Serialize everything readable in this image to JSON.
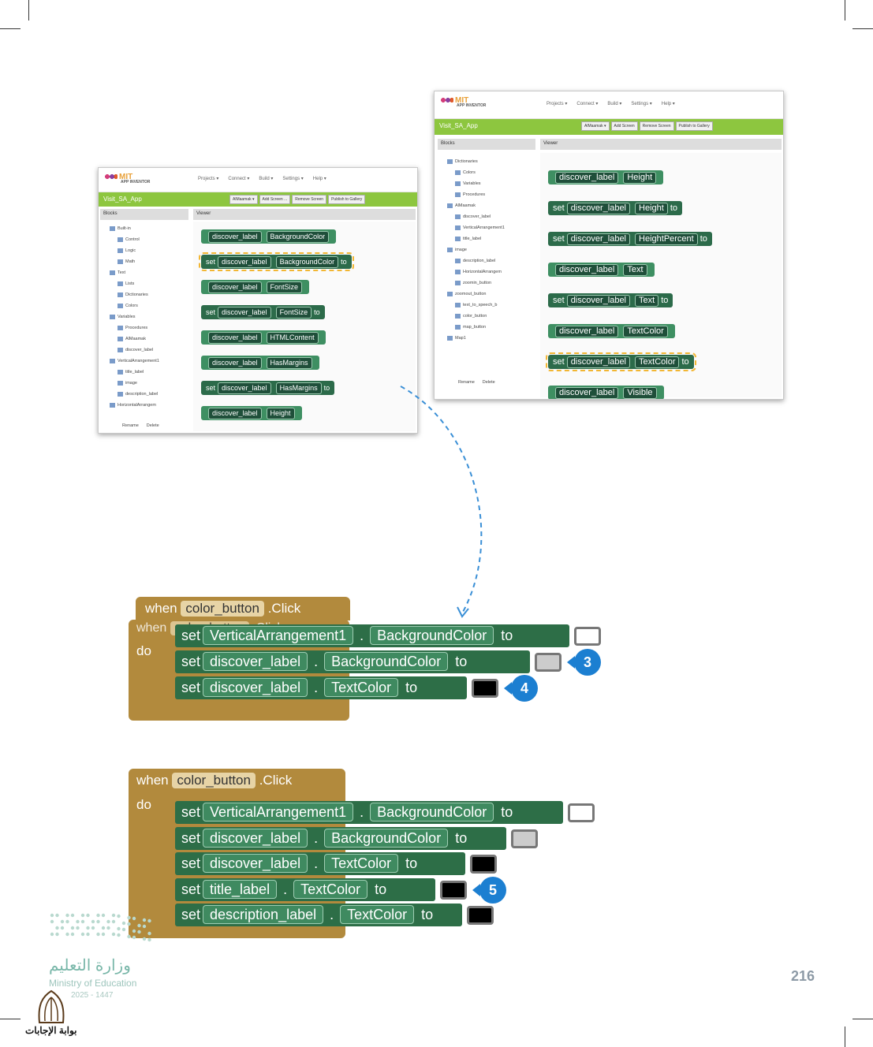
{
  "page_number": "216",
  "left_screenshot": {
    "logo": "MIT",
    "logo_sub": "APP INVENTOR",
    "menu": [
      "Projects ▾",
      "Connect ▾",
      "Build ▾",
      "Settings ▾",
      "Help ▾"
    ],
    "project": "Visit_SA_App",
    "bar_buttons": [
      "AlMaamak ▾",
      "Add Screen ...",
      "Remove Screen",
      "Publish to Gallery"
    ],
    "blocks_head": "Blocks",
    "viewer_head": "Viewer",
    "tree": [
      "Built-in",
      "Control",
      "Logic",
      "Math",
      "Text",
      "Lists",
      "Dictionaries",
      "Colors",
      "Variables",
      "Procedures",
      "AlMaamak",
      "discover_label",
      "VerticalArrangement1",
      "title_label",
      "image",
      "description_label",
      "HorizontalArrangem"
    ],
    "footer": [
      "Rename",
      "Delete"
    ],
    "blocks": [
      {
        "kind": "get",
        "comp": "discover_label",
        "prop": "BackgroundColor"
      },
      {
        "kind": "set",
        "comp": "discover_label",
        "prop": "BackgroundColor",
        "to": "to"
      },
      {
        "kind": "get",
        "comp": "discover_label",
        "prop": "FontSize"
      },
      {
        "kind": "set",
        "comp": "discover_label",
        "prop": "FontSize",
        "to": "to"
      },
      {
        "kind": "get",
        "comp": "discover_label",
        "prop": "HTMLContent"
      },
      {
        "kind": "get",
        "comp": "discover_label",
        "prop": "HasMargins"
      },
      {
        "kind": "set",
        "comp": "discover_label",
        "prop": "HasMargins",
        "to": "to"
      },
      {
        "kind": "get",
        "comp": "discover_label",
        "prop": "Height"
      }
    ]
  },
  "right_screenshot": {
    "logo": "MIT",
    "logo_sub": "APP INVENTOR",
    "menu": [
      "Projects ▾",
      "Connect ▾",
      "Build ▾",
      "Settings ▾",
      "Help ▾"
    ],
    "project": "Visit_SA_App",
    "bar_buttons": [
      "AlMaamak ▾",
      "Add Screen",
      "Remove Screen",
      "Publish to Gallery"
    ],
    "blocks_head": "Blocks",
    "viewer_head": "Viewer",
    "tree": [
      "Dictionaries",
      "Colors",
      "Variables",
      "Procedures",
      "AlMaamak",
      "discover_label",
      "VerticalArrangement1",
      "title_label",
      "image",
      "description_label",
      "HorizontalArrangem",
      "zoomin_button",
      "zoomout_button",
      "text_to_speech_b",
      "color_button",
      "map_button",
      "Map1"
    ],
    "footer": [
      "Rename",
      "Delete"
    ],
    "blocks": [
      {
        "kind": "get",
        "comp": "discover_label",
        "prop": "Height"
      },
      {
        "kind": "set",
        "comp": "discover_label",
        "prop": "Height",
        "to": "to"
      },
      {
        "kind": "set",
        "comp": "discover_label",
        "prop": "HeightPercent",
        "to": "to"
      },
      {
        "kind": "get",
        "comp": "discover_label",
        "prop": "Text"
      },
      {
        "kind": "set",
        "comp": "discover_label",
        "prop": "Text",
        "to": "to"
      },
      {
        "kind": "get",
        "comp": "discover_label",
        "prop": "TextColor"
      },
      {
        "kind": "set",
        "comp": "discover_label",
        "prop": "TextColor",
        "to": "to"
      },
      {
        "kind": "get",
        "comp": "discover_label",
        "prop": "Visible"
      }
    ]
  },
  "block_group_1": {
    "when": "when",
    "event_comp": "color_button",
    "event_name": ".Click",
    "do": "do",
    "rows": [
      {
        "set": "set",
        "comp": "VerticalArrangement1",
        "prop": "BackgroundColor",
        "to": "to",
        "color": "#ffffff",
        "badge": ""
      },
      {
        "set": "set",
        "comp": "discover_label",
        "prop": "BackgroundColor",
        "to": "to",
        "color": "#cccccc",
        "badge": "3"
      },
      {
        "set": "set",
        "comp": "discover_label",
        "prop": "TextColor",
        "to": "to",
        "color": "#000000",
        "badge": "4"
      }
    ]
  },
  "block_group_2": {
    "when": "when",
    "event_comp": "color_button",
    "event_name": ".Click",
    "do": "do",
    "rows": [
      {
        "set": "set",
        "comp": "VerticalArrangement1",
        "prop": "BackgroundColor",
        "to": "to",
        "color": "#ffffff",
        "badge": ""
      },
      {
        "set": "set",
        "comp": "discover_label",
        "prop": "BackgroundColor",
        "to": "to",
        "color": "#cccccc",
        "badge": ""
      },
      {
        "set": "set",
        "comp": "discover_label",
        "prop": "TextColor",
        "to": "to",
        "color": "#000000",
        "badge": ""
      },
      {
        "set": "set",
        "comp": "title_label",
        "prop": "TextColor",
        "to": "to",
        "color": "#000000",
        "badge": "5"
      },
      {
        "set": "set",
        "comp": "description_label",
        "prop": "TextColor",
        "to": "to",
        "color": "#000000",
        "badge": ""
      }
    ]
  },
  "ministry": {
    "arabic": "وزارة التعليم",
    "english": "Ministry of Education",
    "year": "2025 - 1447"
  },
  "gateway": "بوابة الإجابات"
}
